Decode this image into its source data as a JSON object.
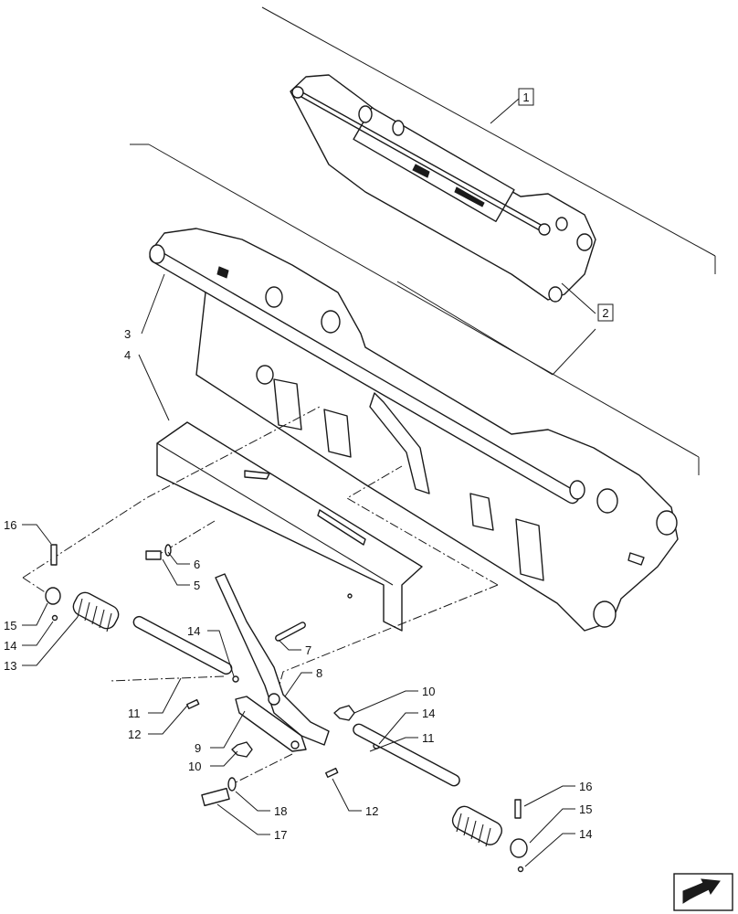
{
  "callouts": [
    {
      "id": "c1",
      "label": "1",
      "boxed": true
    },
    {
      "id": "c2",
      "label": "2",
      "boxed": true
    },
    {
      "id": "c3",
      "label": "3"
    },
    {
      "id": "c4",
      "label": "4"
    },
    {
      "id": "c5",
      "label": "5"
    },
    {
      "id": "c6",
      "label": "6"
    },
    {
      "id": "c7",
      "label": "7"
    },
    {
      "id": "c8",
      "label": "8"
    },
    {
      "id": "c9",
      "label": "9"
    },
    {
      "id": "c10a",
      "label": "10"
    },
    {
      "id": "c10b",
      "label": "10"
    },
    {
      "id": "c11a",
      "label": "11"
    },
    {
      "id": "c11b",
      "label": "11"
    },
    {
      "id": "c12a",
      "label": "12"
    },
    {
      "id": "c12b",
      "label": "12"
    },
    {
      "id": "c13",
      "label": "13"
    },
    {
      "id": "c14a",
      "label": "14"
    },
    {
      "id": "c14b",
      "label": "14"
    },
    {
      "id": "c14c",
      "label": "14"
    },
    {
      "id": "c14d",
      "label": "14"
    },
    {
      "id": "c15a",
      "label": "15"
    },
    {
      "id": "c15b",
      "label": "15"
    },
    {
      "id": "c16a",
      "label": "16"
    },
    {
      "id": "c16b",
      "label": "16"
    },
    {
      "id": "c17",
      "label": "17"
    },
    {
      "id": "c18",
      "label": "18"
    }
  ],
  "icons": {
    "nav": "arrow-next-icon"
  }
}
